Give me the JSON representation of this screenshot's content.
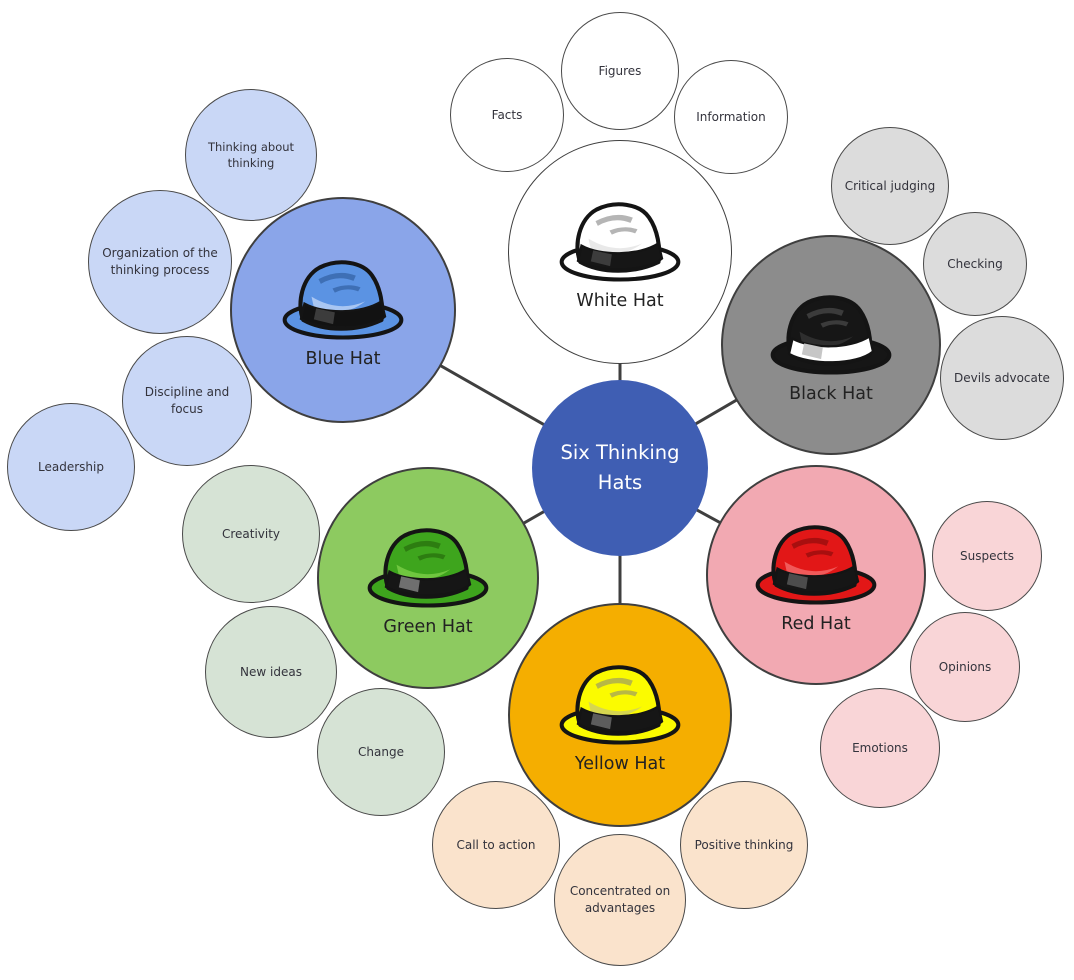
{
  "diagram": {
    "line_color": "#3F3F3F",
    "background": "#FFFFFF"
  },
  "hub": {
    "label": "Six Thinking Hats",
    "color": "#3F5EB3",
    "text_color": "#FFFFFF"
  },
  "hats": [
    {
      "id": "white-hat",
      "label": "White Hat",
      "circle_color": "#FFFFFF",
      "satellite_color": "#FFFFFF",
      "hat_colors": {
        "main": "#FFFFFF",
        "band": "#161616",
        "buckle": "#3C3C3C",
        "streak": "#B5B5B5",
        "shine": "#E9E9E9"
      },
      "satellites": [
        {
          "label": "Facts"
        },
        {
          "label": "Figures"
        },
        {
          "label": "Information"
        }
      ]
    },
    {
      "id": "black-hat",
      "label": "Black Hat",
      "circle_color": "#8C8C8C",
      "satellite_color": "#DCDCDC",
      "hat_colors": {
        "main": "#161616",
        "band": "#FFFFFF",
        "buckle": "#C6C6C6",
        "streak": "#3B3B3B",
        "shine": "#2E2E2E"
      },
      "satellites": [
        {
          "label": "Critical judging"
        },
        {
          "label": "Checking"
        },
        {
          "label": "Devils advocate"
        }
      ]
    },
    {
      "id": "red-hat",
      "label": "Red Hat",
      "circle_color": "#F2A9B2",
      "satellite_color": "#F9D5D7",
      "hat_colors": {
        "main": "#E21717",
        "band": "#161616",
        "buckle": "#4C4C4C",
        "streak": "#A80F0F",
        "shine": "#F05A5A"
      },
      "satellites": [
        {
          "label": "Suspects"
        },
        {
          "label": "Opinions"
        },
        {
          "label": "Emotions"
        }
      ]
    },
    {
      "id": "yellow-hat",
      "label": "Yellow Hat",
      "circle_color": "#F5AE00",
      "satellite_color": "#FAE3CC",
      "hat_colors": {
        "main": "#FBFB00",
        "band": "#161616",
        "buckle": "#5C5C5C",
        "streak": "#B8B845",
        "shine": "#D6D650"
      },
      "satellites": [
        {
          "label": "Call to action"
        },
        {
          "label": "Concentrated on advantages"
        },
        {
          "label": "Positive thinking"
        }
      ]
    },
    {
      "id": "green-hat",
      "label": "Green Hat",
      "circle_color": "#8DCA60",
      "satellite_color": "#D6E3D5",
      "hat_colors": {
        "main": "#3EA51D",
        "band": "#161616",
        "buckle": "#6F6F6F",
        "streak": "#2D7D11",
        "shine": "#6FC63F"
      },
      "satellites": [
        {
          "label": "Creativity"
        },
        {
          "label": "New ideas"
        },
        {
          "label": "Change"
        }
      ]
    },
    {
      "id": "blue-hat",
      "label": "Blue Hat",
      "circle_color": "#8AA5E9",
      "satellite_color": "#C9D7F6",
      "hat_colors": {
        "main": "#5B93E3",
        "band": "#121212",
        "buckle": "#3C3C3C",
        "streak": "#3E6FB5",
        "shine": "#A9C6F2"
      },
      "satellites": [
        {
          "label": "Thinking about thinking"
        },
        {
          "label": "Organization of the thinking process"
        },
        {
          "label": "Discipline and focus"
        },
        {
          "label": "Leadership"
        }
      ]
    }
  ]
}
